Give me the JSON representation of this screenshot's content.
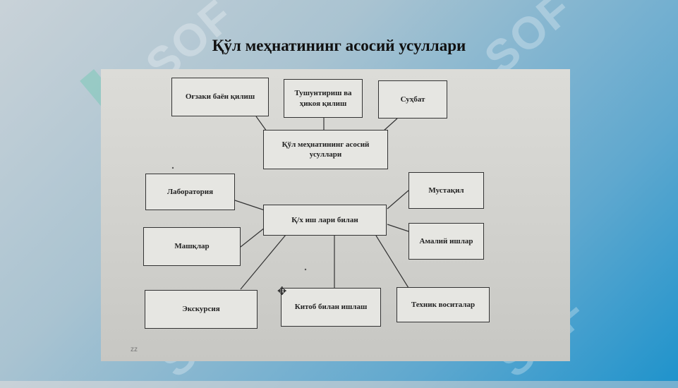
{
  "slide": {
    "title": "Қўл меҳнатининг асосий усуллари"
  },
  "diagram": {
    "center_top": "Қўл меҳнатининг асосий усуллари",
    "center_mid": "Қ/х иш лари билан",
    "top_nodes": [
      "Оғзаки баён қилиш",
      "Тушунтириш ва ҳикоя қилиш",
      "Суҳбат"
    ],
    "left_nodes": [
      "Лаборатория",
      "Машқлар",
      "Экскурсия"
    ],
    "bottom_nodes": [
      "Китоб билан ишлаш"
    ],
    "right_nodes": [
      "Мустақил",
      "Амалий ишлар",
      "Техник воситалар"
    ],
    "footer_mark": "zz"
  },
  "colors": {
    "box_border": "#333333",
    "box_fill": "#e6e6e2",
    "title": "#111111"
  }
}
